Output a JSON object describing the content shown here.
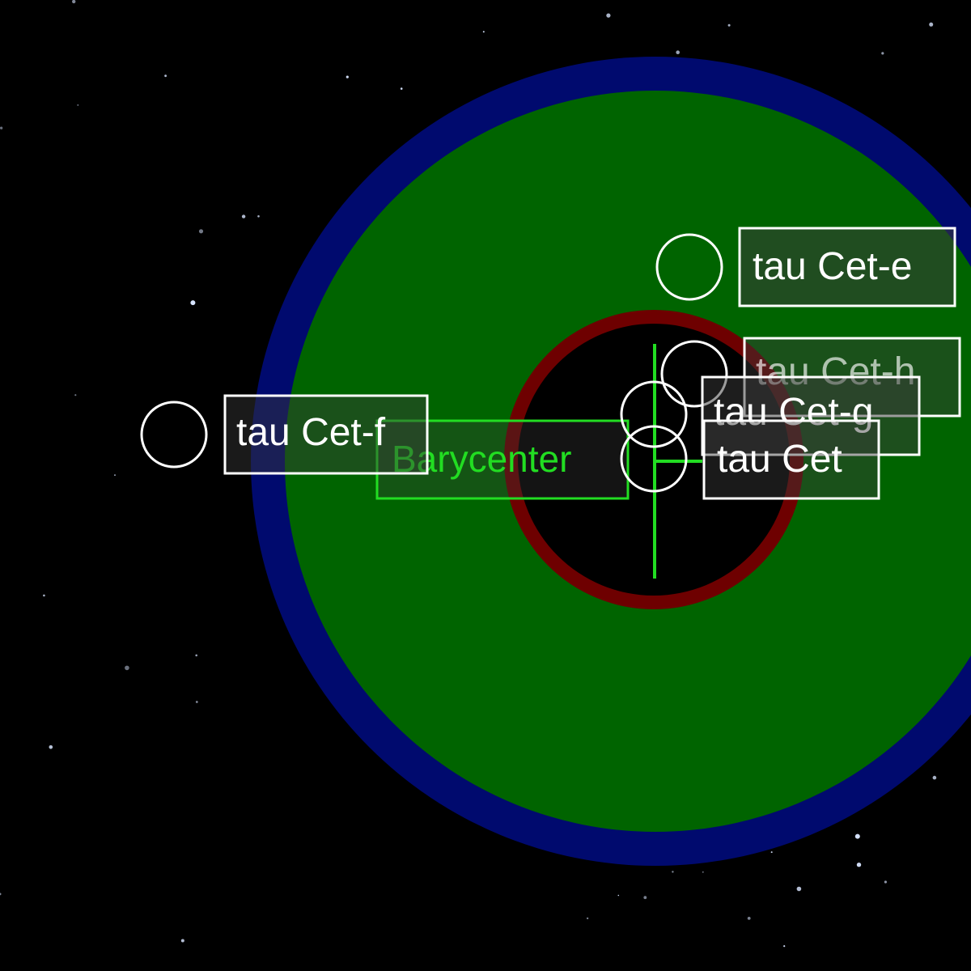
{
  "system": {
    "barycenter_label": "Barycenter",
    "star_label": "tau Cet",
    "planets": [
      {
        "id": "e",
        "label": "tau Cet-e"
      },
      {
        "id": "h",
        "label": "tau Cet-h"
      },
      {
        "id": "g",
        "label": "tau Cet-g"
      },
      {
        "id": "f",
        "label": "tau Cet-f"
      }
    ]
  },
  "zones": {
    "outer_ring_color": "#000a6e",
    "habitable_zone_color": "#006400",
    "inner_ring_color": "#6e0000",
    "inner_fill_color": "#000000"
  },
  "colors": {
    "background": "#000000",
    "marker": "#ffffff",
    "barycenter": "#22dd22",
    "label_box_fill": "#3a3a3a",
    "label_text": "#ffffff"
  }
}
